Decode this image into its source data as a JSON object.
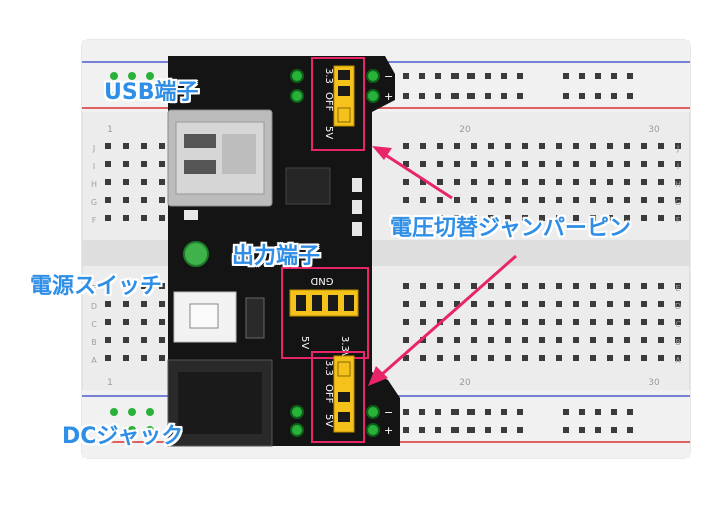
{
  "labels": {
    "usb": "USB端子",
    "switch": "電源スイッチ",
    "dc_jack": "DCジャック",
    "output": "出力端子",
    "jumper": "電圧切替ジャンパーピン"
  },
  "board": {
    "top_jumper_labels": [
      "3.3",
      "OFF",
      "5V"
    ],
    "bottom_jumper_labels": [
      "3.3",
      "OFF",
      "5V"
    ],
    "header_labels": [
      "GND",
      "5V",
      "3.3V"
    ],
    "rail_minus": "−",
    "rail_plus": "+"
  },
  "breadboard": {
    "col_numbers": [
      "1",
      "20",
      "30"
    ],
    "row_letters_top": [
      "J",
      "I",
      "H",
      "G",
      "F"
    ],
    "row_letters_bottom": [
      "E",
      "D",
      "C",
      "B",
      "A"
    ]
  },
  "colors": {
    "label_blue": "#2f8ee6",
    "highlight_pink": "#e8246a",
    "jumper_yellow": "#f4c21b",
    "pin_green": "#28b23a",
    "module_black": "#141414"
  }
}
